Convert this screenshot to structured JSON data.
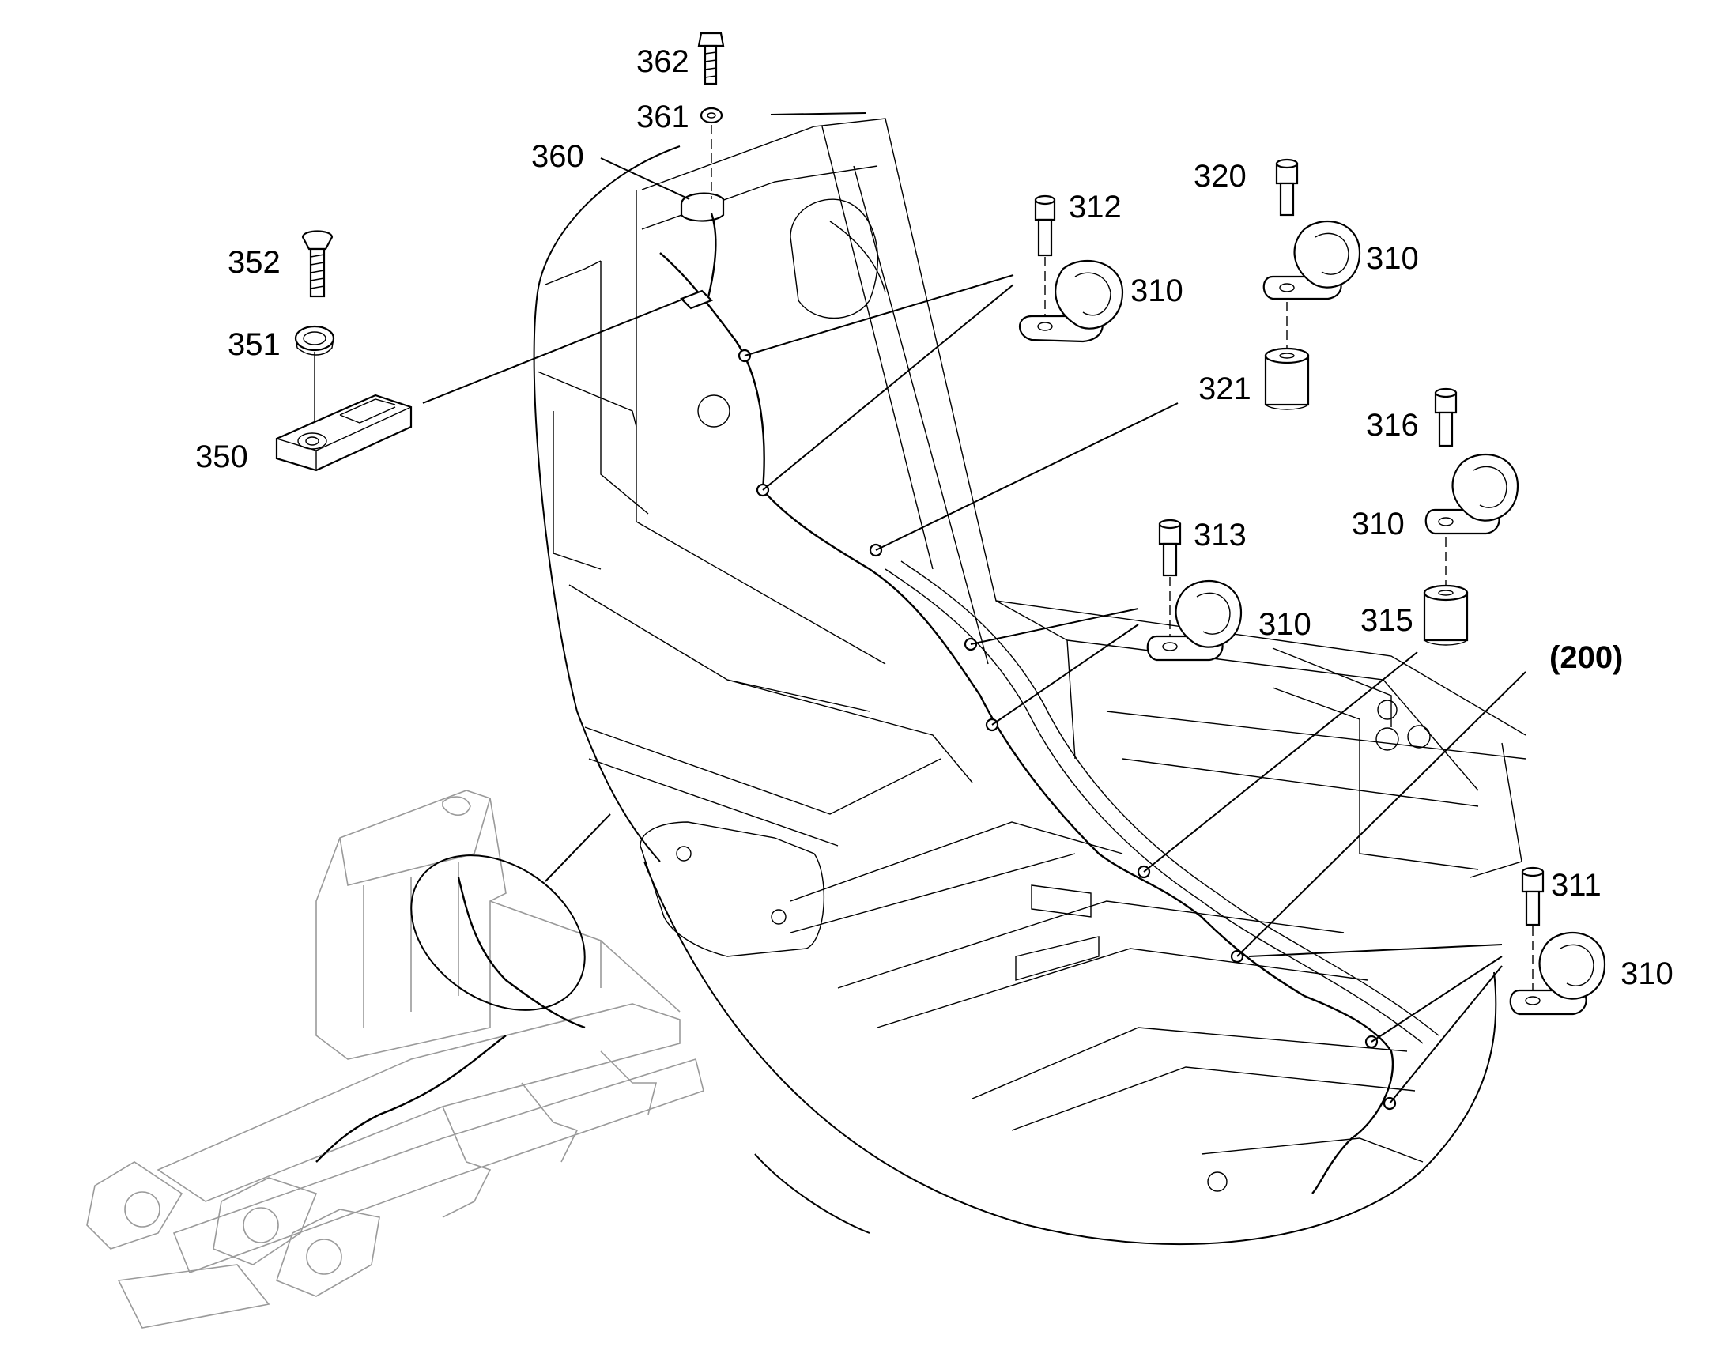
{
  "diagram": {
    "callouts": [
      {
        "id": "c362",
        "text": "362"
      },
      {
        "id": "c361",
        "text": "361"
      },
      {
        "id": "c360",
        "text": "360"
      },
      {
        "id": "c352",
        "text": "352"
      },
      {
        "id": "c351",
        "text": "351"
      },
      {
        "id": "c350",
        "text": "350"
      },
      {
        "id": "c312",
        "text": "312"
      },
      {
        "id": "c310a",
        "text": "310"
      },
      {
        "id": "c320",
        "text": "320"
      },
      {
        "id": "c310b",
        "text": "310"
      },
      {
        "id": "c321",
        "text": "321"
      },
      {
        "id": "c316",
        "text": "316"
      },
      {
        "id": "c310c",
        "text": "310"
      },
      {
        "id": "c315",
        "text": "315"
      },
      {
        "id": "c313",
        "text": "313"
      },
      {
        "id": "c310d",
        "text": "310"
      },
      {
        "id": "c200",
        "text": "(200)"
      },
      {
        "id": "c311",
        "text": "311"
      },
      {
        "id": "c310e",
        "text": "310"
      }
    ]
  }
}
